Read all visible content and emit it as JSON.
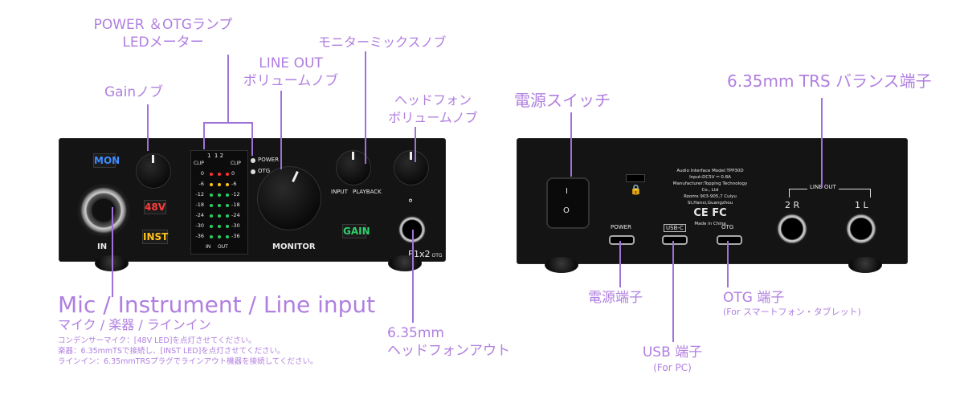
{
  "front": {
    "mon": "MON",
    "v48": "48V",
    "inst": "INST",
    "gain": "GAIN",
    "in_label": "IN",
    "monitor": "MONITOR",
    "input": "INPUT",
    "playback": "PLAYBACK",
    "power": "POWER",
    "otg": "OTG",
    "model": "E1x2",
    "model_sub": "OTG",
    "meter_top": "1  1 2",
    "meter_clip_l": "CLIP",
    "meter_clip_r": "CLIP",
    "meter_levels": [
      "0",
      "-6",
      "-12",
      "-18",
      "-24",
      "-30",
      "-36"
    ],
    "meter_levels_r": [
      "0",
      "-6",
      "-12",
      "-18",
      "-24",
      "-30",
      "-36"
    ],
    "meter_in": "IN",
    "meter_out": "OUT"
  },
  "back": {
    "power": "POWER",
    "usbc": "USB-C",
    "otg": "OTG",
    "line_out": "LINE OUT",
    "r": "2 R",
    "l": "1 L",
    "title": "Audio Interface  Model:TPP30D",
    "input": "Input:DC5V ⎓ 0.8A",
    "maker": "Manufacturer:Topping Technology Co., Ltd",
    "address": "Rooms 903-905,7 Cuiyu St,Hanxi,Guangzhou",
    "made": "Made in China",
    "marks": "CE FC"
  },
  "callouts": {
    "led_line1": "POWER ＆OTGランプ",
    "led_line2": "LEDメーター",
    "gain_knob": "Gainノブ",
    "lineout_line1": "LINE OUT",
    "lineout_line2": "ボリュームノブ",
    "monitor_mix": "モニターミックスノブ",
    "hp_vol_line1": "ヘッドフォン",
    "hp_vol_line2": "ボリュームノブ",
    "mic_title": "Mic / Instrument / Line input",
    "mic_sub": "マイク / 楽器 / ラインイン",
    "note1": "コンデンサーマイク：[48V LED]を点灯させてください。",
    "note2": "楽器：6.35mmTSで接続し、[INST LED]を点灯させてください。",
    "note3": "ラインイン：6.35mmTRSプラグでラインアウト機器を接続してください。",
    "hp_out_line1": "6.35mm",
    "hp_out_line2": "ヘッドフォンアウト",
    "power_switch": "電源スイッチ",
    "trs": "6.35mm TRS バランス端子",
    "power_port": "電源端子",
    "usb_port": "USB 端子",
    "usb_sub": "(For PC)",
    "otg_port": "OTG 端子",
    "otg_sub": "(For スマートフォン・タブレット)"
  }
}
